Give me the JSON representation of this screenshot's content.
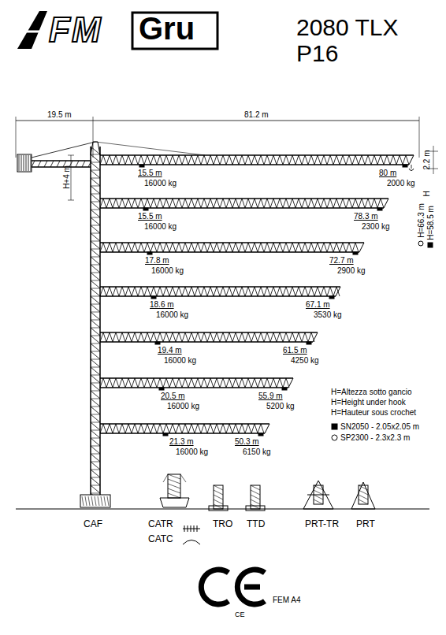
{
  "diagram": {
    "title": "2080 TLX P16",
    "labels": [
      "FM",
      "Gru",
      "19.5 m",
      "81.2 m",
      "2.2 m",
      "H+4 m",
      "15.5 m",
      "16000 kg",
      "80 m",
      "2000 kg",
      "15.5 m",
      "16000 kg",
      "78.3 m",
      "2300 kg",
      "17.8 m",
      "16000 kg",
      "72.7 m",
      "2900 kg",
      "18.6 m",
      "16000 kg",
      "67.1 m",
      "3530 kg",
      "19.4 m",
      "16000 kg",
      "61.5 m",
      "4250 kg",
      "20.5 m",
      "16000 kg",
      "55.9 m",
      "5200 kg",
      "21.3 m",
      "16000 kg",
      "50.3 m",
      "6150 kg",
      "H",
      "H=66.3 m",
      "H=58.5 m",
      "CAF",
      "CATR",
      "CATC",
      "TRO",
      "TTD",
      "PRT-TR",
      "PRT",
      "CE",
      "FEM A4"
    ],
    "legend": [
      {
        "text": "H=Altezza sotto gancio"
      },
      {
        "text": "H=Height under hook"
      },
      {
        "text": "H=Hauteur sous crochet"
      },
      {
        "text": "SN2050 - 2.05x2.05 m"
      },
      {
        "text": "SP2300 - 2.3x2.3 m"
      }
    ]
  }
}
